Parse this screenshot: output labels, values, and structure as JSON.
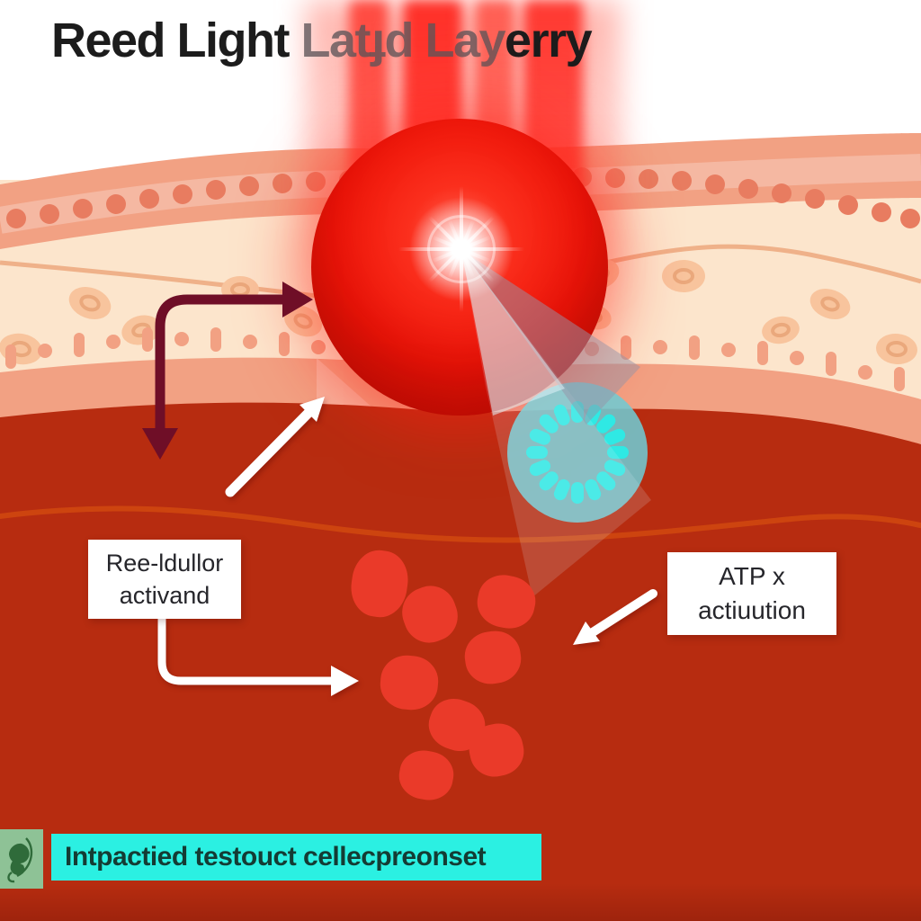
{
  "title": {
    "part_black_left": "Reed Light ",
    "part_faded": "Latɟd Lay",
    "part_black_right": "erry"
  },
  "annotations": {
    "receptor_box": {
      "line1": "Ree-ldullor",
      "line2": "activand"
    },
    "atp_box": {
      "line1": "ATP x",
      "line2": "actiuution"
    }
  },
  "caption": {
    "text": "Intpactied testouct cellecpreonset"
  },
  "icons": {
    "leaf": "leaf-icon",
    "flash": "light-flash-icon",
    "mitochondria": "mitochondria-cell-icon",
    "red_light_beam": "red-light-beam"
  },
  "colors": {
    "background_white": "#ffffff",
    "title_black": "#1c1c1c",
    "title_faded": "#8a8286",
    "beam_red": "#ff3b30",
    "sphere_red": "#ee1207",
    "epidermis_salmon": "#f2a183",
    "epidermis_dots": "#e87c60",
    "dermis_cream": "#fce5cc",
    "dermis_cell": "#f8c49d",
    "deep_red": "#b72c10",
    "wave_orange": "#d1490f",
    "cell_teal": "#74cbd1",
    "cell_beads_cyan": "#2fe9e4",
    "rbc_red": "#ea3a29",
    "arrow_maroon": "#6f0e27",
    "arrow_white": "#ffffff",
    "box_white": "#ffffff",
    "box_text": "#26262b",
    "banner_cyan": "#2bf0e2",
    "banner_text": "#143c34",
    "icon_green_bg": "#8ec296",
    "icon_green_leaf": "#2f6b3a"
  }
}
